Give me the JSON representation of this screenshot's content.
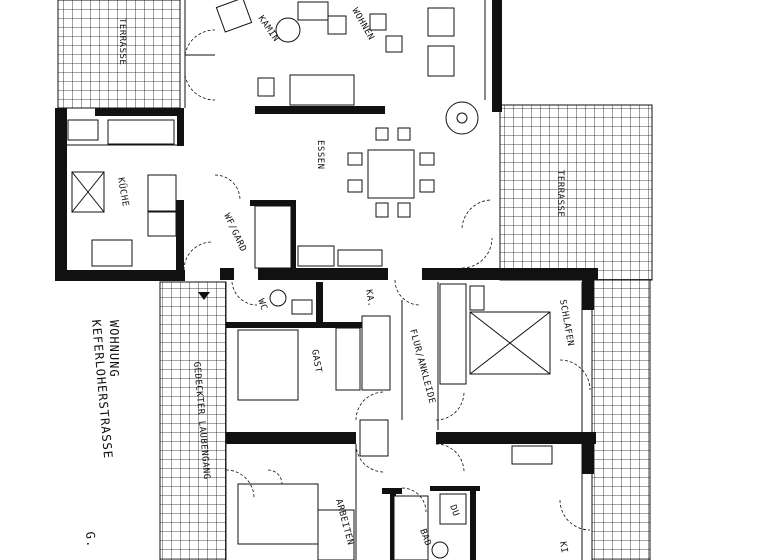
{
  "rooms": {
    "terrasse_nw": "TERRASSE",
    "kamin": "KAMIN",
    "wohnen": "WOHNEN",
    "essen": "ESSEN",
    "kueche": "KÜCHE",
    "wf_gard": "WF/GARD",
    "terrasse_e": "TERRASSE",
    "wc": "WC",
    "ka": "KA.",
    "gast": "GAST",
    "flur": "FLUR/ANKLEIDE",
    "schlafen": "SCHLAFEN",
    "laubengang": "GEDECKTER LAUBENGANG",
    "arbeiten": "ARBEITEN",
    "bad": "BAD",
    "du": "DU",
    "kind": "KI"
  },
  "title": {
    "line1": "WOHNUNG",
    "line2": "KEFERLOHERSTRASSE",
    "floor": "G."
  }
}
